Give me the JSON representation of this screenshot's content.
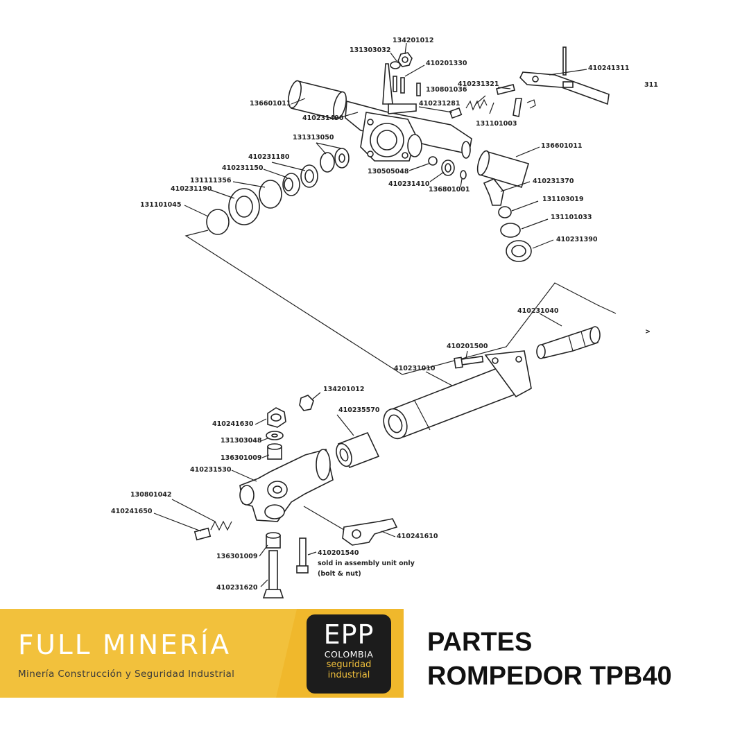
{
  "labels": {
    "l131303032": "131303032",
    "l134201012a": "134201012",
    "l410201330": "410201330",
    "l410241311": "410241311",
    "l311": "311",
    "l410231321": "410231321",
    "l130801036": "130801036",
    "l136601011a": "136601011",
    "l410231281": "410231281",
    "l410231490": "410231490",
    "l131101003": "131101003",
    "l131313050": "131313050",
    "l136601011b": "136601011",
    "l410231180": "410231180",
    "l410231150": "410231150",
    "l130505048": "130505048",
    "l131111356": "131111356",
    "l410231190": "410231190",
    "l410231410": "410231410",
    "l136801001": "136801001",
    "l410231370": "410231370",
    "l131101045": "131101045",
    "l131103019": "131103019",
    "l131101033": "131101033",
    "l410231390": "410231390",
    "l410231040": "410231040",
    "larrow": ">",
    "l410201500": "410201500",
    "l410231010": "410231010",
    "l134201012b": "134201012",
    "l410235570": "410235570",
    "l410241630": "410241630",
    "l131303048": "131303048",
    "l136301009a": "136301009",
    "l410231530": "410231530",
    "l130801042": "130801042",
    "l410241650": "410241650",
    "l410241610": "410241610",
    "l410201540": "410201540",
    "l_sold1": "sold in assembly unit only",
    "l_sold2": "(bolt & nut)",
    "l136301009b": "136301009",
    "l410231620": "410231620"
  },
  "banner": {
    "title": "FULL MINERÍA",
    "subtitle": "Minería Construcción y Seguridad Industrial"
  },
  "logo": {
    "title": "EPP",
    "country": "COLOMBIA",
    "tag1": "seguridad",
    "tag2": "industrial"
  },
  "headline": {
    "line1": "PARTES",
    "line2": "ROMPEDOR TPB40"
  },
  "colors": {
    "banner": "#f2c13c",
    "logo_bg": "#1c1c1c"
  }
}
